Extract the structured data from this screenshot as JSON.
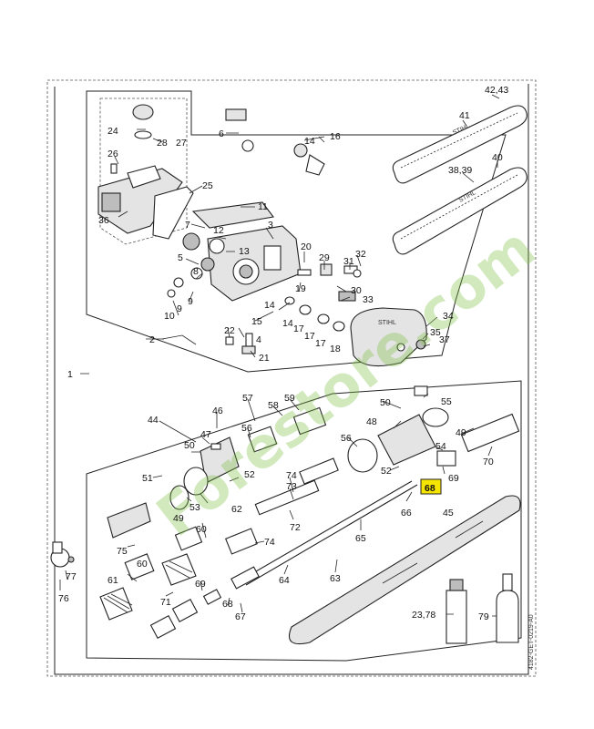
{
  "labels": {
    "n42_43": "42,43",
    "n41": "41",
    "n40": "40",
    "n38_39": "38,39",
    "n24": "24",
    "n28": "28",
    "n27": "27",
    "n26": "26",
    "n36": "36",
    "n25": "25",
    "n6": "6",
    "n14": "14",
    "n16": "16",
    "n7": "7",
    "n12": "12",
    "n13": "13",
    "n11": "11",
    "n3": "3",
    "n5": "5",
    "n8": "8",
    "n10": "10",
    "n9a": "9",
    "n9b": "9",
    "n20": "20",
    "n29": "29",
    "n31": "31",
    "n32": "32",
    "n30": "30",
    "n33": "33",
    "n19": "19",
    "n14b": "14",
    "n15": "15",
    "n14c": "14",
    "n17a": "17",
    "n17b": "17",
    "n17c": "17",
    "n18": "18",
    "n34": "34",
    "n35": "35",
    "n37": "37",
    "n22": "22",
    "n4": "4",
    "n21": "21",
    "n2": "2",
    "n1": "1",
    "n44": "44",
    "n46": "46",
    "n47": "47",
    "n50a": "50",
    "n51": "51",
    "n52a": "52",
    "n49a": "49",
    "n53": "53",
    "n62": "62",
    "n74a": "74",
    "n73": "73",
    "n57": "57",
    "n58": "58",
    "n59": "59",
    "n56a": "56",
    "n72": "72",
    "n75": "75",
    "n60a": "60",
    "n60b": "60",
    "n74b": "74",
    "n61": "61",
    "n71": "71",
    "n69a": "69",
    "n68a": "68",
    "n67": "67",
    "n64": "64",
    "n63": "63",
    "n65": "65",
    "n66": "66",
    "n68b": "68",
    "n45": "45",
    "n50b": "50",
    "n55": "55",
    "n48": "48",
    "n49b": "49",
    "n56b": "56",
    "n54": "54",
    "n52b": "52",
    "n69b": "69",
    "n70": "70",
    "n77": "77",
    "n76": "76",
    "n23_78": "23,78",
    "n79": "79"
  },
  "chain_brand": "STIHL",
  "cover_brand": "STIHL",
  "drawing_code": "4182-GET-0219-A0",
  "watermark": "Forestore.com",
  "colors": {
    "highlight": "#f5e400",
    "watermark_green": "#7bc142",
    "watermark_orange": "#f2a33a"
  }
}
